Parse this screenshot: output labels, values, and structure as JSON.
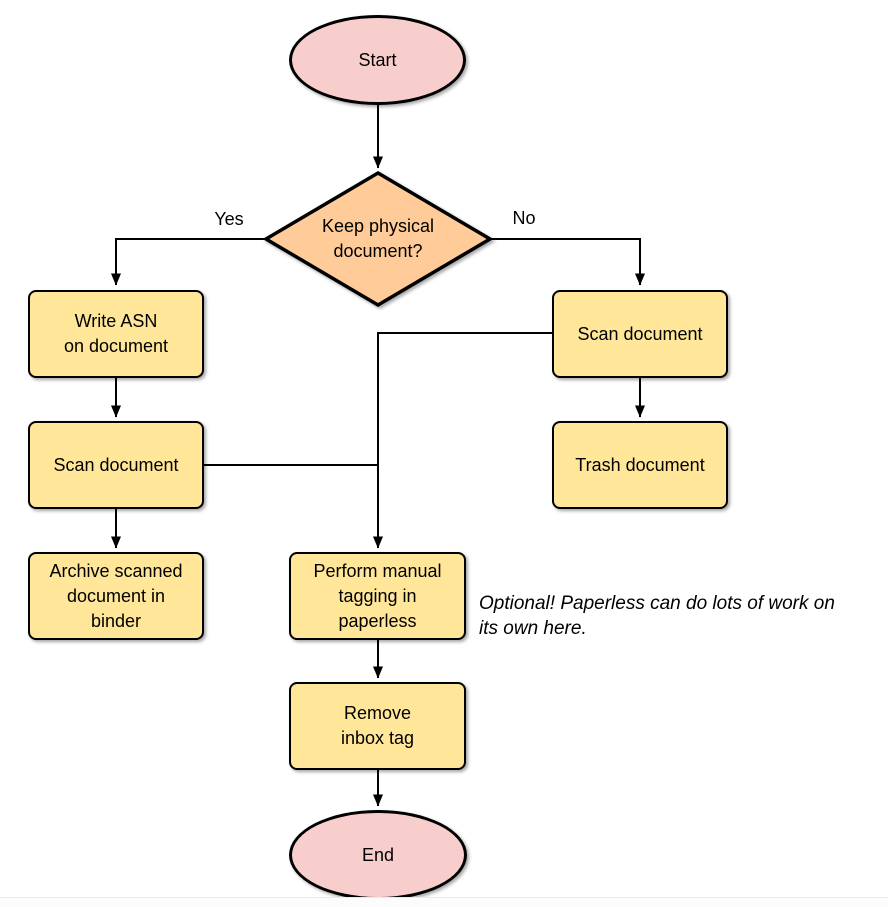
{
  "diagram": {
    "type": "flowchart",
    "nodes": {
      "start": {
        "label": "Start",
        "shape": "terminator"
      },
      "decision": {
        "label": "Keep physical\ndocument?",
        "shape": "diamond"
      },
      "write_asn": {
        "label": "Write ASN\non document",
        "shape": "process"
      },
      "scan_left": {
        "label": "Scan document",
        "shape": "process"
      },
      "archive": {
        "label": "Archive scanned\ndocument in\nbinder",
        "shape": "process"
      },
      "scan_right": {
        "label": "Scan document",
        "shape": "process"
      },
      "trash": {
        "label": "Trash document",
        "shape": "process"
      },
      "tagging": {
        "label": "Perform manual\ntagging in\npaperless",
        "shape": "process"
      },
      "remove_inbox": {
        "label": "Remove\ninbox tag",
        "shape": "process"
      },
      "end": {
        "label": "End",
        "shape": "terminator"
      }
    },
    "edge_labels": {
      "yes": "Yes",
      "no": "No"
    },
    "edges": [
      "start -> decision",
      "decision -Yes-> write_asn",
      "decision -No-> scan_right",
      "write_asn -> scan_left",
      "scan_left -> archive",
      "scan_left -> tagging",
      "scan_right -> trash",
      "scan_right -> tagging",
      "tagging -> remove_inbox",
      "remove_inbox -> end"
    ],
    "annotation": "Optional! Paperless can do lots of work on\nits own here.",
    "colors": {
      "terminator_fill": "#F8CECC",
      "decision_fill": "#FFCC99",
      "process_fill": "#FFE699",
      "stroke": "#000000",
      "background": "#FFFFFF"
    }
  }
}
